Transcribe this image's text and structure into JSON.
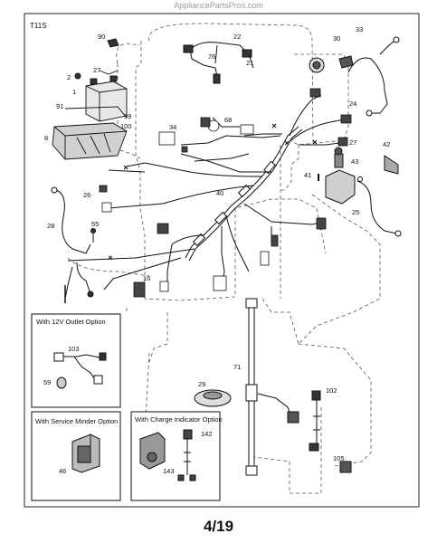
{
  "source_watermark": "AppliancePartsPros.com",
  "diagram_id": "T11S",
  "page_number": "4/19",
  "callouts": [
    {
      "id": "c1",
      "label": "1"
    },
    {
      "id": "c2",
      "label": "2"
    },
    {
      "id": "c8",
      "label": "8"
    },
    {
      "id": "c16",
      "label": "16"
    },
    {
      "id": "c21",
      "label": "21"
    },
    {
      "id": "c22",
      "label": "22"
    },
    {
      "id": "c24",
      "label": "24"
    },
    {
      "id": "c25",
      "label": "25"
    },
    {
      "id": "c26",
      "label": "26"
    },
    {
      "id": "c27a",
      "label": "27"
    },
    {
      "id": "c27b",
      "label": "27"
    },
    {
      "id": "c28",
      "label": "28"
    },
    {
      "id": "c29",
      "label": "29"
    },
    {
      "id": "c30",
      "label": "30"
    },
    {
      "id": "c33",
      "label": "33"
    },
    {
      "id": "c34",
      "label": "34"
    },
    {
      "id": "c40",
      "label": "40"
    },
    {
      "id": "c41",
      "label": "41"
    },
    {
      "id": "c42",
      "label": "42"
    },
    {
      "id": "c43",
      "label": "43"
    },
    {
      "id": "c55",
      "label": "55"
    },
    {
      "id": "c68",
      "label": "68"
    },
    {
      "id": "c71",
      "label": "71"
    },
    {
      "id": "c76",
      "label": "76"
    },
    {
      "id": "c90",
      "label": "90"
    },
    {
      "id": "c91",
      "label": "91"
    },
    {
      "id": "c99",
      "label": "99"
    },
    {
      "id": "c100",
      "label": "100"
    },
    {
      "id": "c102",
      "label": "102"
    },
    {
      "id": "c105",
      "label": "105"
    }
  ],
  "option_boxes": [
    {
      "id": "opt-12v",
      "title": "With 12V Outlet Option",
      "parts": [
        "103",
        "59"
      ]
    },
    {
      "id": "opt-service",
      "title": "With Service Minder Option",
      "parts": [
        "46"
      ]
    },
    {
      "id": "opt-charge",
      "title": "With Charge Indicator Option",
      "parts": [
        "142",
        "143"
      ]
    }
  ]
}
